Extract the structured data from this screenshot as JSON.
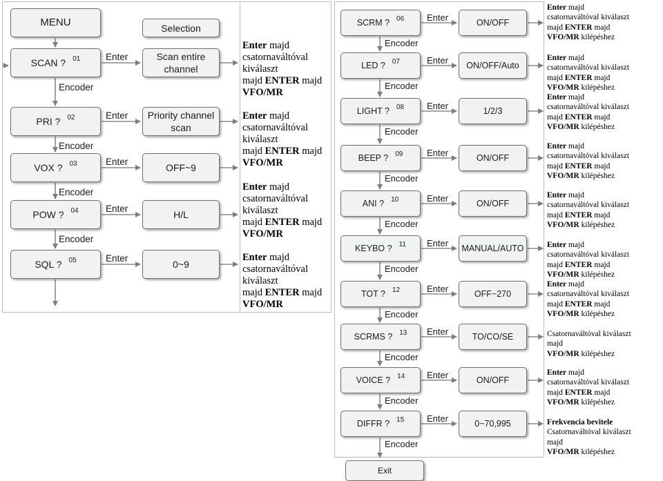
{
  "left": {
    "menu": "MENU",
    "selection": "Selection",
    "rows": [
      {
        "label": "SCAN ?",
        "num": "01",
        "value": "Scan entire channel",
        "desc": {
          "enter": "Enter",
          "majd": "majd",
          "line2": "csatornaváltóval kiválaszt",
          "line3a": "majd",
          "enter2": "ENTER",
          "line3b": "majd",
          "vfo": "VFO/MR"
        }
      },
      {
        "label": "PRI ?",
        "num": "02",
        "value": "Priority channel scan",
        "desc": {
          "enter": "Enter",
          "majd": "majd",
          "line2": "csatornaváltóval kiválaszt",
          "line3a": "majd",
          "enter2": "ENTER",
          "line3b": "majd",
          "vfo": "VFO/MR"
        }
      },
      {
        "label": "VOX ?",
        "num": "03",
        "value": "OFF~9",
        "desc": null
      },
      {
        "label": "POW ?",
        "num": "04",
        "value": "H/L",
        "desc": {
          "enter": "Enter",
          "majd": "majd",
          "line2": "csatornaváltóval kiválaszt",
          "line3a": "majd",
          "enter2": "ENTER",
          "line3b": "majd",
          "vfo": "VFO/MR"
        }
      },
      {
        "label": "SQL ?",
        "num": "05",
        "value": "0~9",
        "desc": {
          "enter": "Enter",
          "majd": "majd",
          "line2": "csatornaváltóval kiválaszt",
          "line3a": "majd",
          "enter2": "ENTER",
          "line3b": "majd",
          "vfo": "VFO/MR"
        }
      }
    ]
  },
  "right": {
    "rows": [
      {
        "label": "SCRM ?",
        "num": "06",
        "value": "ON/OFF"
      },
      {
        "label": "LED ?",
        "num": "07",
        "value": "ON/OFF/Auto"
      },
      {
        "label": "LIGHT ?",
        "num": "08",
        "value": "1/2/3"
      },
      {
        "label": "BEEP ?",
        "num": "09",
        "value": "ON/OFF"
      },
      {
        "label": "ANI ?",
        "num": "10",
        "value": "ON/OFF"
      },
      {
        "label": "KEYBO ?",
        "num": "11",
        "value": "MANUAL/AUTO"
      },
      {
        "label": "TOT ?",
        "num": "12",
        "value": "OFF~270"
      },
      {
        "label": "SCRMS ?",
        "num": "13",
        "value": "TO/CO/SE"
      },
      {
        "label": "VOICE ?",
        "num": "14",
        "value": "ON/OFF"
      },
      {
        "label": "DIFFR ?",
        "num": "15",
        "value": "0~70,995"
      }
    ],
    "exit": "Exit",
    "std_desc": {
      "enter": "Enter",
      "majd": "majd",
      "line2": "csatornaváltóval kiválaszt",
      "line3a": "majd",
      "enter2": "ENTER",
      "line3b": "majd",
      "line4a": "VFO/MR",
      "line4b": "kilépéshez"
    },
    "desc13": {
      "line1": "Csatornaváltóval kiválaszt",
      "line2": "majd",
      "line3a": "VFO/MR",
      "line3b": "kilépéshez"
    },
    "desc15": {
      "line1": "Frekvencia bevitele",
      "line2": "Csatornaváltóval kiválaszt",
      "line3": "majd",
      "line4a": "VFO/MR",
      "line4b": "kilépéshez"
    }
  },
  "enter_label": "Enter",
  "encoder_label": "Encoder"
}
